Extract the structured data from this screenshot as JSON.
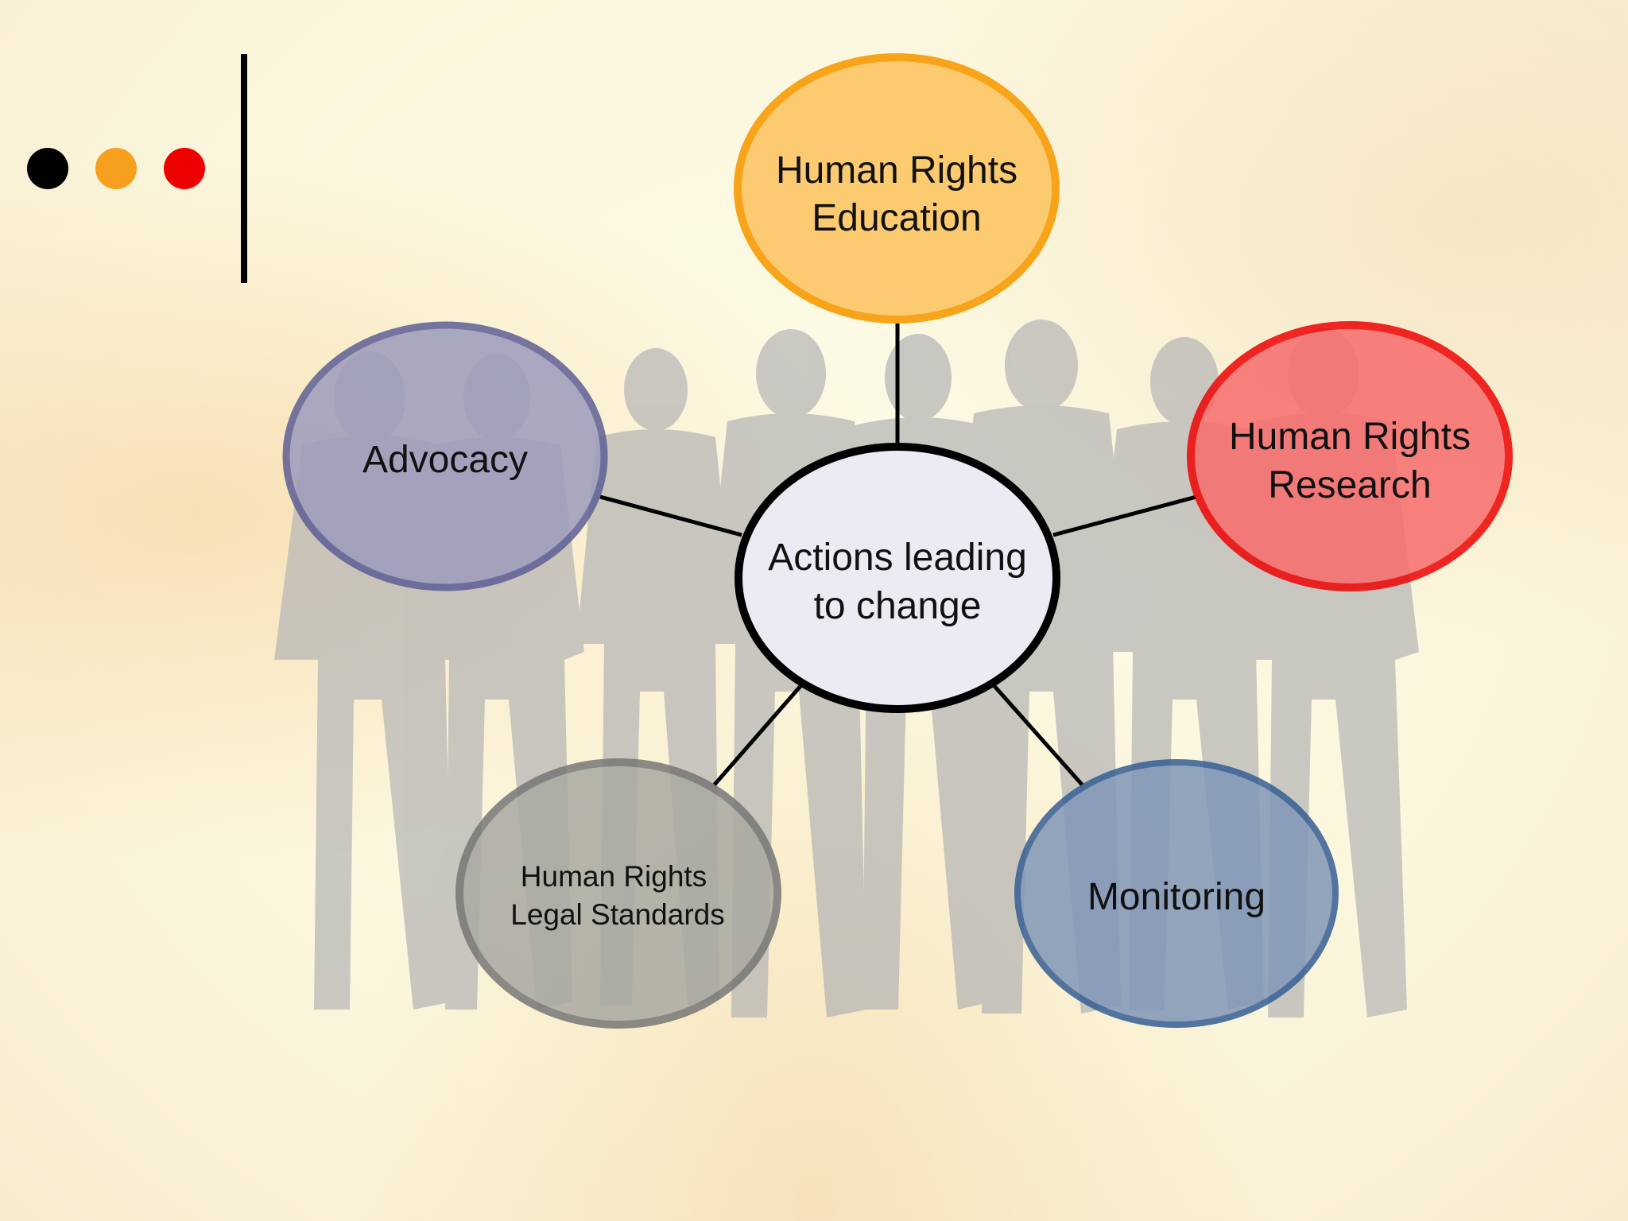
{
  "decor": {
    "dots": [
      {
        "name": "black-dot",
        "color": "#000000"
      },
      {
        "name": "orange-dot",
        "color": "#f7a020"
      },
      {
        "name": "red-dot",
        "color": "#ee0000"
      }
    ]
  },
  "diagram": {
    "center": {
      "lines": [
        "Actions leading",
        "to change"
      ],
      "fill": "#ecebf3",
      "stroke": "#000000"
    },
    "nodes": [
      {
        "id": "education",
        "lines": [
          "Human Rights",
          "Education"
        ],
        "fill": "#fdc86a",
        "stroke": "#f7a010"
      },
      {
        "id": "research",
        "lines": [
          "Human Rights",
          "Research"
        ],
        "fill": "#f77070",
        "stroke": "#ee0a0a"
      },
      {
        "id": "monitoring",
        "lines": [
          "Monitoring"
        ],
        "fill": "#8197b8",
        "stroke": "#355e94"
      },
      {
        "id": "legal-standards",
        "lines": [
          "Human Rights",
          "Legal Standards"
        ],
        "fill": "#aaa9a2",
        "stroke": "#777777"
      },
      {
        "id": "advocacy",
        "lines": [
          "Advocacy"
        ],
        "fill": "#9d9cbd",
        "stroke": "#5d5f96"
      }
    ]
  }
}
